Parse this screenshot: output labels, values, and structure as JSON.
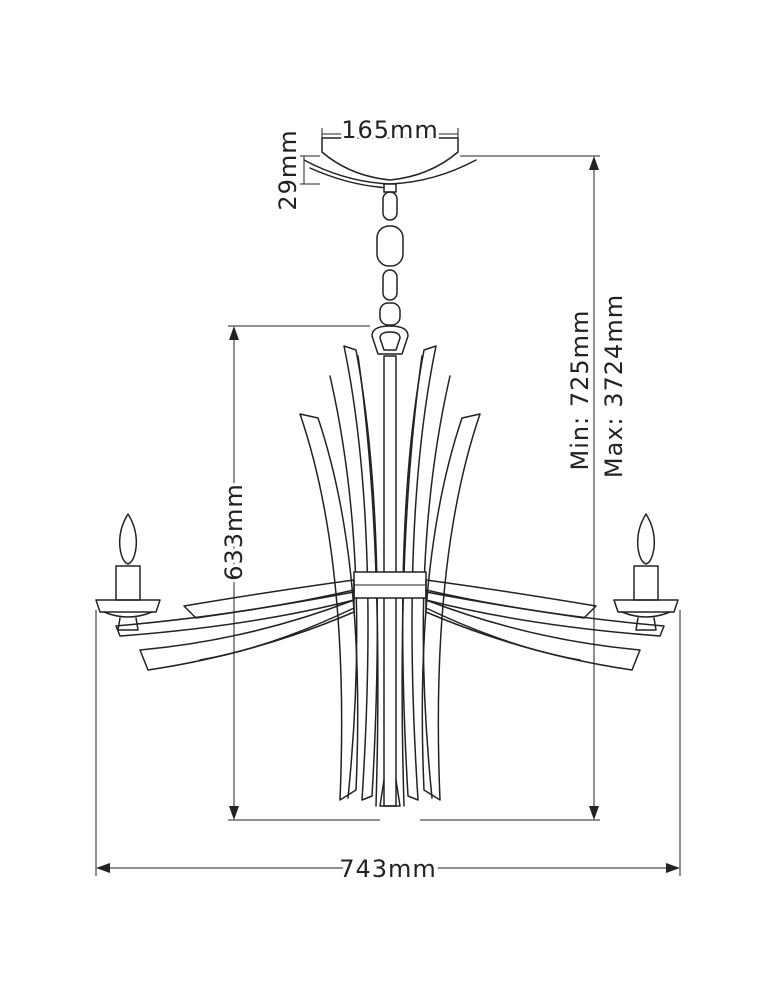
{
  "dimensions": {
    "canopy_width": "165mm",
    "canopy_height": "29mm",
    "body_height": "633mm",
    "height_min": "Min: 725mm",
    "height_max": "Max: 3724mm",
    "overall_width": "743mm"
  },
  "colors": {
    "line": "#222222",
    "background": "#ffffff"
  }
}
